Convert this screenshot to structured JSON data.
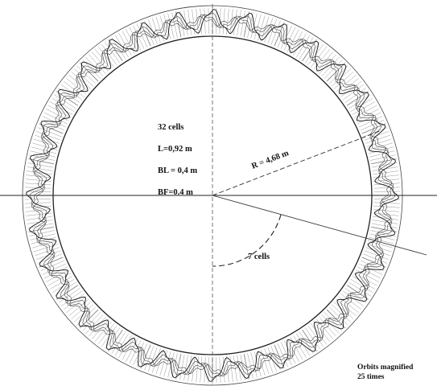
{
  "diagram": {
    "cell_count": 32,
    "orbit_magnification": 25,
    "labels": {
      "cells": "32 cells",
      "length": "L=0,92 m",
      "bl": "BL = 0,4 m",
      "bf": "BF=0.4 m",
      "radius": "R = 4,68 m",
      "angle": "7 cells",
      "note_line1": "Orbits magnified",
      "note_line2": "25 times"
    },
    "colors": {
      "ink": "#111111",
      "hatch": "#8a8a8a",
      "background": "#ffffff"
    }
  }
}
